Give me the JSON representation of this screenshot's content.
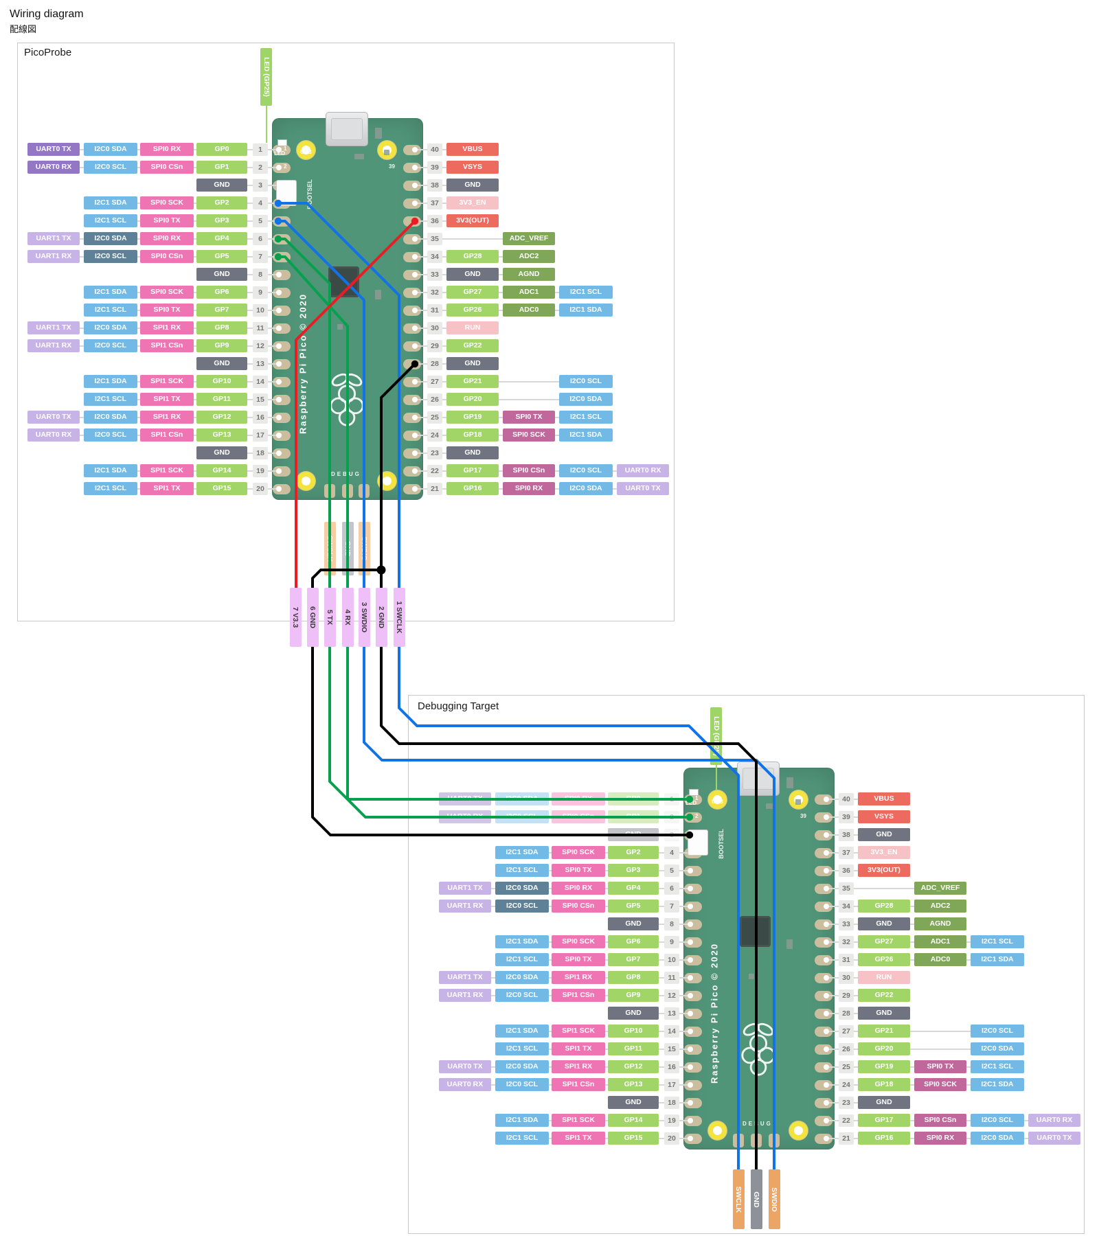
{
  "page": {
    "title": "Wiring diagram",
    "subtitle": "配線図"
  },
  "panels": [
    {
      "key": "probe",
      "title": "PicoProbe"
    },
    {
      "key": "target",
      "title": "Debugging Target"
    }
  ],
  "colors": {
    "uartD": "#9377c5",
    "uart": "#c8b3e6",
    "i2c": "#72bae5",
    "i2cD": "#5e8198",
    "spi": "#ef74b3",
    "spiD": "#c0679b",
    "gp": "#a1d568",
    "gnd": "#6f7480",
    "pwr": "#ed6a5f",
    "pwrDim": "#f6c2c6",
    "adc": "#7fa757",
    "numBg": "#e9e9e7",
    "numText": "#757575",
    "rowLine": "#d8d8d8",
    "connLabelBg": "#efc0f8",
    "connLabelText": "#3a3a3a",
    "tagOrange": "#eda565",
    "tagOrangePale": "#f4cda5",
    "tagGray": "#8d929a",
    "tagGrayPale": "#c2c5cb",
    "board": "#519579",
    "padTan": "#cabe9f",
    "wireBlue": "#1273e6",
    "wireGreen": "#08a04e",
    "wireRed": "#ed1c24",
    "wireBlack": "#000000",
    "ledLabelBg": "#9fd468"
  },
  "left_rows": [
    {
      "pin": "1",
      "cells": [
        [
          "UART0 TX",
          "uartD"
        ],
        [
          "I2C0 SDA",
          "i2c"
        ],
        [
          "SPI0 RX",
          "spi"
        ],
        [
          "GP0",
          "gp"
        ]
      ]
    },
    {
      "pin": "2",
      "cells": [
        [
          "UART0 RX",
          "uartD"
        ],
        [
          "I2C0 SCL",
          "i2c"
        ],
        [
          "SPI0 CSn",
          "spi"
        ],
        [
          "GP1",
          "gp"
        ]
      ]
    },
    {
      "pin": "3",
      "cells": [
        null,
        null,
        null,
        [
          "GND",
          "gnd"
        ]
      ]
    },
    {
      "pin": "4",
      "cells": [
        null,
        [
          "I2C1 SDA",
          "i2c"
        ],
        [
          "SPI0 SCK",
          "spi"
        ],
        [
          "GP2",
          "gp"
        ]
      ]
    },
    {
      "pin": "5",
      "cells": [
        null,
        [
          "I2C1 SCL",
          "i2c"
        ],
        [
          "SPI0 TX",
          "spi"
        ],
        [
          "GP3",
          "gp"
        ]
      ]
    },
    {
      "pin": "6",
      "cells": [
        [
          "UART1 TX",
          "uart"
        ],
        [
          "I2C0 SDA",
          "i2cD"
        ],
        [
          "SPI0 RX",
          "spi"
        ],
        [
          "GP4",
          "gp"
        ]
      ]
    },
    {
      "pin": "7",
      "cells": [
        [
          "UART1 RX",
          "uart"
        ],
        [
          "I2C0 SCL",
          "i2cD"
        ],
        [
          "SPI0 CSn",
          "spi"
        ],
        [
          "GP5",
          "gp"
        ]
      ]
    },
    {
      "pin": "8",
      "cells": [
        null,
        null,
        null,
        [
          "GND",
          "gnd"
        ]
      ]
    },
    {
      "pin": "9",
      "cells": [
        null,
        [
          "I2C1 SDA",
          "i2c"
        ],
        [
          "SPI0 SCK",
          "spi"
        ],
        [
          "GP6",
          "gp"
        ]
      ]
    },
    {
      "pin": "10",
      "cells": [
        null,
        [
          "I2C1 SCL",
          "i2c"
        ],
        [
          "SPI0 TX",
          "spi"
        ],
        [
          "GP7",
          "gp"
        ]
      ]
    },
    {
      "pin": "11",
      "cells": [
        [
          "UART1 TX",
          "uart"
        ],
        [
          "I2C0 SDA",
          "i2c"
        ],
        [
          "SPI1 RX",
          "spi"
        ],
        [
          "GP8",
          "gp"
        ]
      ]
    },
    {
      "pin": "12",
      "cells": [
        [
          "UART1 RX",
          "uart"
        ],
        [
          "I2C0 SCL",
          "i2c"
        ],
        [
          "SPI1 CSn",
          "spi"
        ],
        [
          "GP9",
          "gp"
        ]
      ]
    },
    {
      "pin": "13",
      "cells": [
        null,
        null,
        null,
        [
          "GND",
          "gnd"
        ]
      ]
    },
    {
      "pin": "14",
      "cells": [
        null,
        [
          "I2C1 SDA",
          "i2c"
        ],
        [
          "SPI1 SCK",
          "spi"
        ],
        [
          "GP10",
          "gp"
        ]
      ]
    },
    {
      "pin": "15",
      "cells": [
        null,
        [
          "I2C1 SCL",
          "i2c"
        ],
        [
          "SPI1 TX",
          "spi"
        ],
        [
          "GP11",
          "gp"
        ]
      ]
    },
    {
      "pin": "16",
      "cells": [
        [
          "UART0 TX",
          "uart"
        ],
        [
          "I2C0 SDA",
          "i2c"
        ],
        [
          "SPI1 RX",
          "spi"
        ],
        [
          "GP12",
          "gp"
        ]
      ]
    },
    {
      "pin": "17",
      "cells": [
        [
          "UART0 RX",
          "uart"
        ],
        [
          "I2C0 SCL",
          "i2c"
        ],
        [
          "SPI1 CSn",
          "spi"
        ],
        [
          "GP13",
          "gp"
        ]
      ]
    },
    {
      "pin": "18",
      "cells": [
        null,
        null,
        null,
        [
          "GND",
          "gnd"
        ]
      ]
    },
    {
      "pin": "19",
      "cells": [
        null,
        [
          "I2C1 SDA",
          "i2c"
        ],
        [
          "SPI1 SCK",
          "spi"
        ],
        [
          "GP14",
          "gp"
        ]
      ]
    },
    {
      "pin": "20",
      "cells": [
        null,
        [
          "I2C1 SCL",
          "i2c"
        ],
        [
          "SPI1 TX",
          "spi"
        ],
        [
          "GP15",
          "gp"
        ]
      ]
    }
  ],
  "right_rows": [
    {
      "pin": "40",
      "cells": [
        [
          "VBUS",
          "pwr"
        ]
      ]
    },
    {
      "pin": "39",
      "cells": [
        [
          "VSYS",
          "pwr"
        ]
      ]
    },
    {
      "pin": "38",
      "cells": [
        [
          "GND",
          "gnd"
        ]
      ]
    },
    {
      "pin": "37",
      "cells": [
        [
          "3V3_EN",
          "pwrDim"
        ]
      ]
    },
    {
      "pin": "36",
      "cells": [
        [
          "3V3(OUT)",
          "pwr"
        ]
      ]
    },
    {
      "pin": "35",
      "cells": [
        null,
        [
          "ADC_VREF",
          "adc"
        ]
      ]
    },
    {
      "pin": "34",
      "cells": [
        [
          "GP28",
          "gp"
        ],
        [
          "ADC2",
          "adc"
        ]
      ]
    },
    {
      "pin": "33",
      "cells": [
        [
          "GND",
          "gnd"
        ],
        [
          "AGND",
          "adc"
        ]
      ]
    },
    {
      "pin": "32",
      "cells": [
        [
          "GP27",
          "gp"
        ],
        [
          "ADC1",
          "adc"
        ],
        [
          "I2C1 SCL",
          "i2c"
        ]
      ]
    },
    {
      "pin": "31",
      "cells": [
        [
          "GP26",
          "gp"
        ],
        [
          "ADC0",
          "adc"
        ],
        [
          "I2C1 SDA",
          "i2c"
        ]
      ]
    },
    {
      "pin": "30",
      "cells": [
        [
          "RUN",
          "pwrDim"
        ]
      ]
    },
    {
      "pin": "29",
      "cells": [
        [
          "GP22",
          "gp"
        ]
      ]
    },
    {
      "pin": "28",
      "cells": [
        [
          "GND",
          "gnd"
        ]
      ]
    },
    {
      "pin": "27",
      "cells": [
        [
          "GP21",
          "gp"
        ],
        null,
        [
          "I2C0 SCL",
          "i2c"
        ]
      ]
    },
    {
      "pin": "26",
      "cells": [
        [
          "GP20",
          "gp"
        ],
        null,
        [
          "I2C0 SDA",
          "i2c"
        ]
      ]
    },
    {
      "pin": "25",
      "cells": [
        [
          "GP19",
          "gp"
        ],
        [
          "SPI0 TX",
          "spiD"
        ],
        [
          "I2C1 SCL",
          "i2c"
        ]
      ]
    },
    {
      "pin": "24",
      "cells": [
        [
          "GP18",
          "gp"
        ],
        [
          "SPI0 SCK",
          "spiD"
        ],
        [
          "I2C1 SDA",
          "i2c"
        ]
      ]
    },
    {
      "pin": "23",
      "cells": [
        [
          "GND",
          "gnd"
        ]
      ]
    },
    {
      "pin": "22",
      "cells": [
        [
          "GP17",
          "gp"
        ],
        [
          "SPI0 CSn",
          "spiD"
        ],
        [
          "I2C0 SCL",
          "i2c"
        ],
        [
          "UART0 RX",
          "uart"
        ]
      ]
    },
    {
      "pin": "21",
      "cells": [
        [
          "GP16",
          "gp"
        ],
        [
          "SPI0 RX",
          "spiD"
        ],
        [
          "I2C0 SDA",
          "i2c"
        ],
        [
          "UART0 TX",
          "uart"
        ]
      ]
    }
  ],
  "connector_labels": [
    "7 V3.3",
    "6 GND",
    "5 TX",
    "4 RX",
    "3 SWDIO",
    "2 GND",
    "1 SWCLK"
  ],
  "debug_pad_labels": [
    "SWCLK",
    "GND",
    "SWDIO"
  ],
  "led_label": "LED (GP25)",
  "board_silk": {
    "name": "Raspberry Pi Pico © 2020",
    "debug": "DEBUG",
    "usb": "USB",
    "led": "LED",
    "bootsel": "BOOTSEL",
    "pin1": "1",
    "pin2": "2",
    "pin39": "39"
  }
}
